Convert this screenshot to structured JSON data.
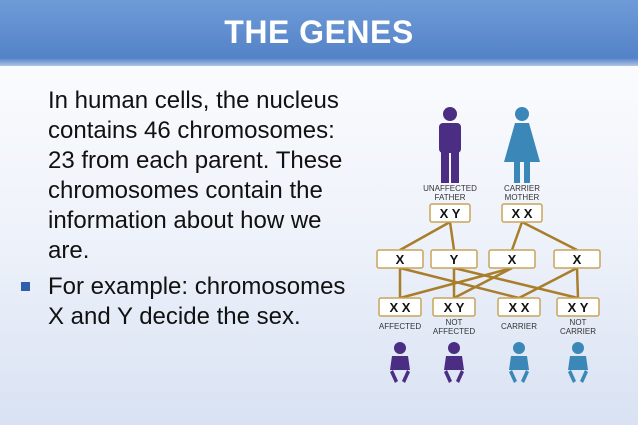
{
  "slide": {
    "title": "THE GENES",
    "paragraph": "In human cells, the nucleus contains 46 chromosomes: 23 from each parent. These chromosomes contain the information about how we are.",
    "bullet": "For example: chromosomes X and Y decide the sex."
  },
  "diagram": {
    "parents": [
      {
        "label_line1": "UNAFFECTED",
        "label_line2": "FATHER",
        "chromosomes": "X Y",
        "color": "#4b2e83"
      },
      {
        "label_line1": "CARRIER",
        "label_line2": "MOTHER",
        "chromosomes": "X X",
        "color": "#3a87b8"
      }
    ],
    "gametes": [
      "X",
      "Y",
      "X",
      "X"
    ],
    "children": [
      {
        "chromosomes": "X X",
        "label_line1": "AFFECTED",
        "label_line2": "",
        "color": "#4b2e83"
      },
      {
        "chromosomes": "X Y",
        "label_line1": "NOT",
        "label_line2": "AFFECTED",
        "color": "#4b2e83"
      },
      {
        "chromosomes": "X X",
        "label_line1": "CARRIER",
        "label_line2": "",
        "color": "#3a87b8"
      },
      {
        "chromosomes": "X Y",
        "label_line1": "NOT",
        "label_line2": "CARRIER",
        "color": "#3a87b8"
      }
    ],
    "line_color": "#a97e2b",
    "box_border_color": "#c9a45a"
  }
}
